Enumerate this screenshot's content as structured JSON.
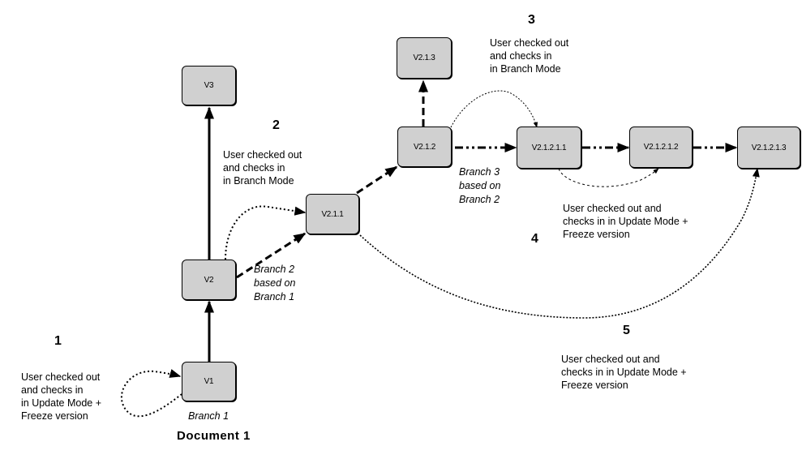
{
  "document_title": "Document 1",
  "nodes": {
    "v1": "V1",
    "v2": "V2",
    "v3": "V3",
    "v2_1_1": "V2.1.1",
    "v2_1_2": "V2.1.2",
    "v2_1_3": "V2.1.3",
    "v2_1_2_1_1": "V2.1.2.1.1",
    "v2_1_2_1_2": "V2.1.2.1.2",
    "v2_1_2_1_3": "V2.1.2.1.3"
  },
  "branch_labels": {
    "branch1": "Branch 1",
    "branch2": "Branch 2\nbased on\nBranch 1",
    "branch3": "Branch 3\nbased on\nBranch 2"
  },
  "steps": [
    {
      "number": "1",
      "text": "User checked out\nand checks in\nin Update Mode +\nFreeze version"
    },
    {
      "number": "2",
      "text": "User checked out\nand checks in\nin Branch Mode"
    },
    {
      "number": "3",
      "text": "User checked out\nand checks in\nin Branch Mode"
    },
    {
      "number": "4",
      "text": "User checked out and\nchecks in in Update Mode +\nFreeze version"
    },
    {
      "number": "5",
      "text": "User checked out and\nchecks in in Update Mode +\nFreeze version"
    }
  ],
  "edges": [
    {
      "from": "V1",
      "to": "V1",
      "style": "dotted",
      "meaning": "update-freeze"
    },
    {
      "from": "V1",
      "to": "V2",
      "style": "solid"
    },
    {
      "from": "V2",
      "to": "V3",
      "style": "solid"
    },
    {
      "from": "V2",
      "to": "V2.1.1",
      "style": "dashed"
    },
    {
      "from": "V2",
      "to": "V2.1.1",
      "style": "dotted",
      "meaning": "branch-checkin"
    },
    {
      "from": "V2.1.1",
      "to": "V2.1.2",
      "style": "dashed"
    },
    {
      "from": "V2.1.2",
      "to": "V2.1.3",
      "style": "dashed"
    },
    {
      "from": "V2.1.2",
      "to": "V2.1.2.1.1",
      "style": "dash-dot-dot"
    },
    {
      "from": "V2.1.2",
      "to": "V2.1.2.1.1",
      "style": "dotted",
      "meaning": "branch-checkin"
    },
    {
      "from": "V2.1.2.1.1",
      "to": "V2.1.2.1.2",
      "style": "dash-dot-dot"
    },
    {
      "from": "V2.1.2.1.1",
      "to": "V2.1.2.1.2",
      "style": "dotted",
      "meaning": "update-freeze"
    },
    {
      "from": "V2.1.2.1.2",
      "to": "V2.1.2.1.3",
      "style": "dash-dot-dot"
    },
    {
      "from": "V2.1.1",
      "to": "V2.1.2.1.3",
      "style": "dotted",
      "meaning": "update-freeze"
    }
  ]
}
